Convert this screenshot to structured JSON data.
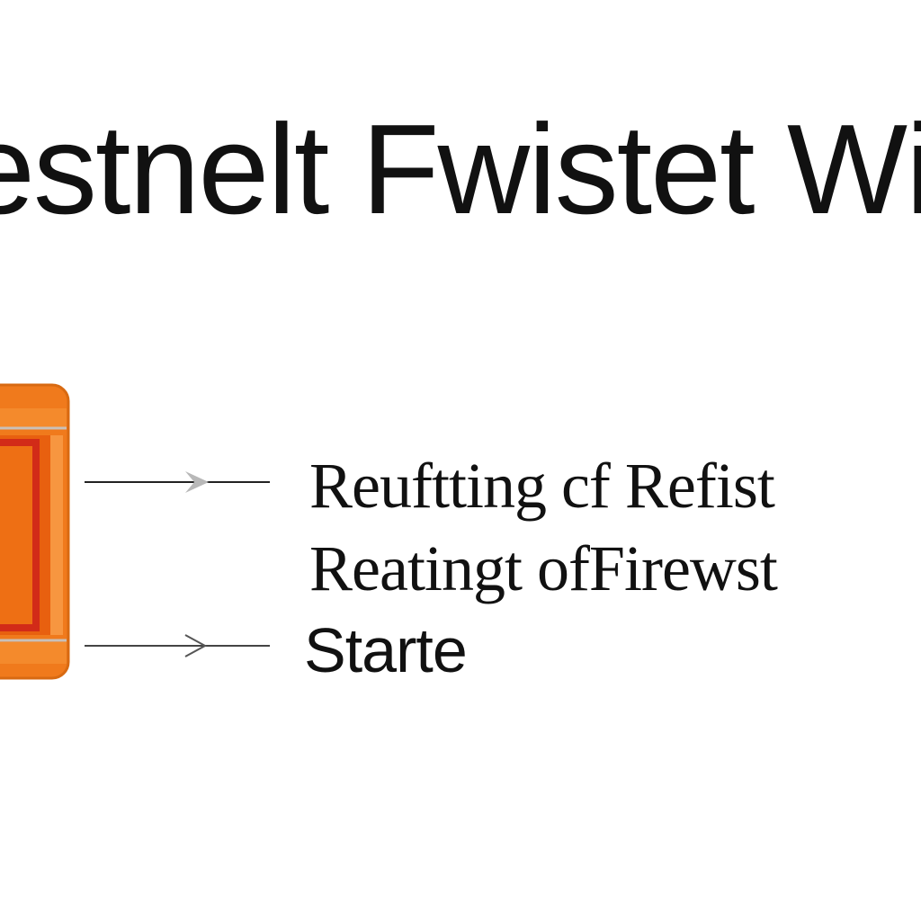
{
  "title": "estnelt Fwistet Wilc",
  "labels": [
    "Reuftting cf  Refist",
    "Reatingt ofFirewst",
    "Starte"
  ],
  "colors": {
    "device_outer": "#f07a1c",
    "device_inner": "#e8600f",
    "device_border": "#d22b18",
    "connector": "#222222",
    "arrow_head": "#b8b8b8",
    "text": "#111111"
  },
  "icons": {
    "device": "firewall-device-icon",
    "arrow": "arrow-right-icon"
  }
}
